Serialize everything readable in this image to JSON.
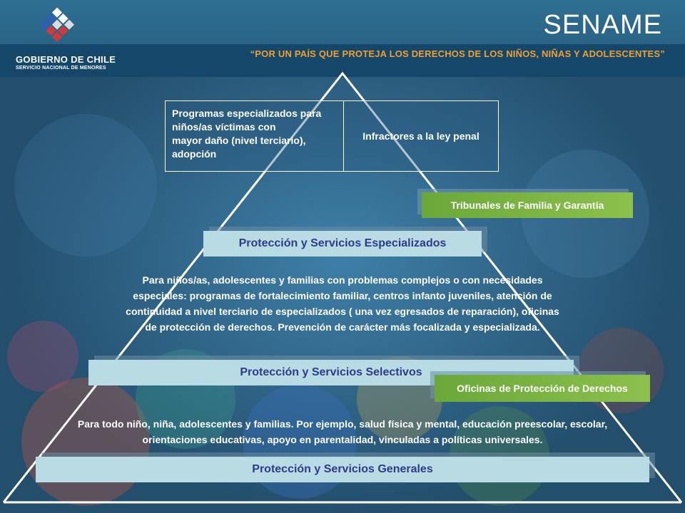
{
  "header": {
    "organization": "GOBIERNO DE CHILE",
    "service": "SERVICIO NACIONAL DE MENORES",
    "brand": "SENAME",
    "slogan": "“POR UN PAÍS QUE PROTEJA LOS DERECHOS DE LOS NIÑOS, NIÑAS Y ADOLESCENTES”",
    "logo_icon": "chile-government-logo-icon"
  },
  "pyramid": {
    "top_box": {
      "left_text": "Programas especializados para\nniños/as víctimas con\nmayor daño (nivel terciario),\n adopción",
      "right_text": "Infractores a la ley penal"
    },
    "side_labels": {
      "tribunales": "Tribunales de Familia y Garantía",
      "oficinas": "Oficinas de Protección de Derechos"
    },
    "levels": [
      {
        "label": "Protección y Servicios Especializados",
        "description": "Para niños/as, adolescentes y familias con problemas complejos o con necesidades\nespeciales: programas de fortalecimiento familiar, centros infanto juveniles, atención de\ncontinuidad a nivel terciario de especializados ( una vez egresados de reparación), oficinas\nde protección de derechos. Prevención de carácter más focalizada y especializada."
      },
      {
        "label": "Protección y Servicios Selectivos",
        "description": "Para todo niño, niña, adolescentes y  familias. Por ejemplo, salud física y mental, educación preescolar, escolar,\norientaciones educativas, apoyo en parentalidad, vinculadas a políticas universales."
      },
      {
        "label": "Protección y Servicios Generales"
      }
    ]
  },
  "colors": {
    "header_bg": "#2f6f93",
    "header_band": "#14476a",
    "slogan": "#f0a030",
    "label_bg": "#b9dce4",
    "label_text": "#2e3a8c",
    "green_label": "#7ab544"
  }
}
